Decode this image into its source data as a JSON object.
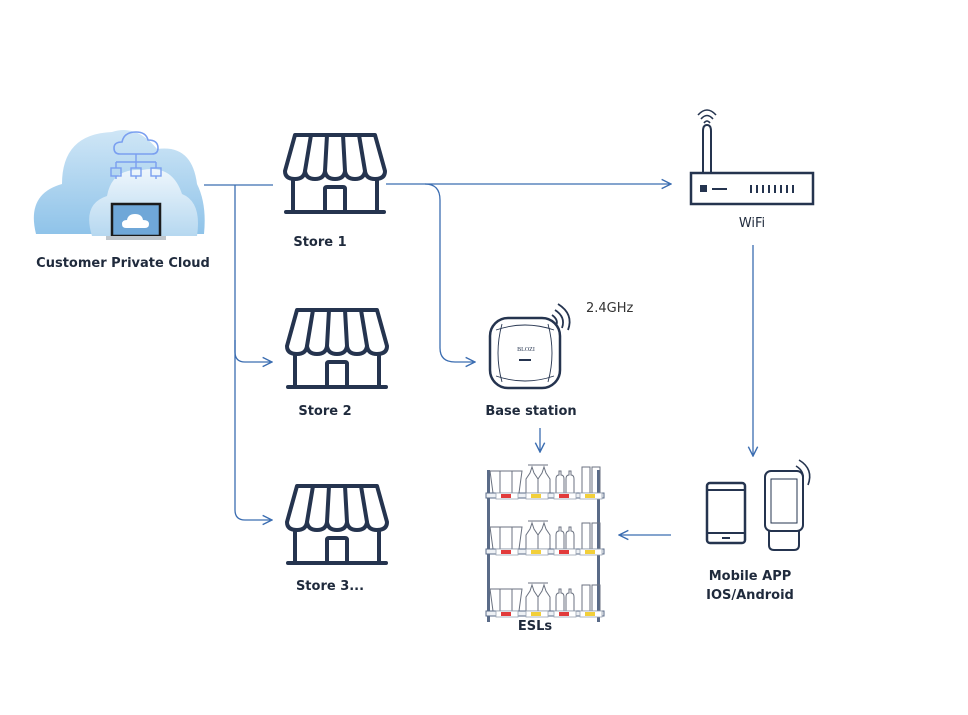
{
  "diagram": {
    "title": "ESL system architecture",
    "colors": {
      "connector": "#3b6db1",
      "icon_stroke": "#25344f",
      "cloud_light": "#bcdcf1",
      "cloud_dark": "#8ec2e8",
      "network_icon": "#7a9ff0",
      "tag_red": "#e23b3b",
      "tag_yellow": "#f2cf3a"
    },
    "nodes": {
      "cloud": {
        "label": "Customer Private Cloud",
        "icon": "cloud-network-icon"
      },
      "store1": {
        "label": "Store 1",
        "icon": "storefront-icon"
      },
      "store2": {
        "label": "Store 2",
        "icon": "storefront-icon"
      },
      "store3": {
        "label": "Store 3...",
        "icon": "storefront-icon"
      },
      "wifi": {
        "label": "WiFi",
        "icon": "wifi-router-icon"
      },
      "base_station": {
        "label": "Base station",
        "icon": "access-point-icon",
        "brand": "BLOZI",
        "frequency": "2.4GHz"
      },
      "esls": {
        "label": "ESLs",
        "icon": "shelf-with-labels-icon"
      },
      "mobile": {
        "label_line1": "Mobile APP",
        "label_line2": "IOS/Android",
        "icon": "phone-and-handheld-icon"
      }
    },
    "edges": [
      {
        "from": "cloud",
        "to": "store1"
      },
      {
        "from": "cloud",
        "to": "store2"
      },
      {
        "from": "cloud",
        "to": "store3"
      },
      {
        "from": "store1",
        "to": "wifi"
      },
      {
        "from": "store1",
        "to": "base_station"
      },
      {
        "from": "base_station",
        "to": "esls"
      },
      {
        "from": "wifi",
        "to": "mobile"
      },
      {
        "from": "mobile",
        "to": "esls"
      }
    ]
  }
}
